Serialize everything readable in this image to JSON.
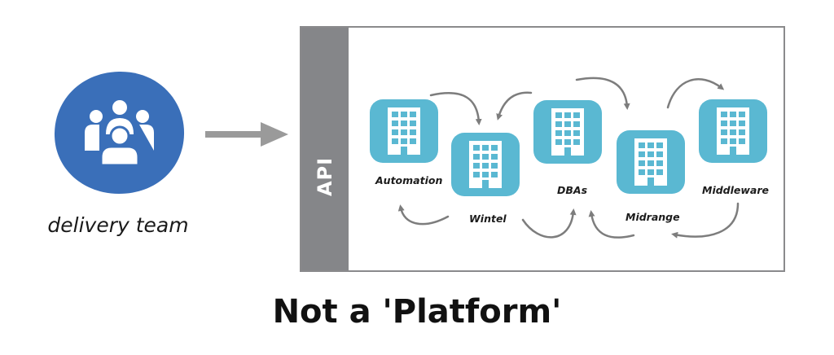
{
  "delivery_team": {
    "label": "delivery team",
    "icon": "people-group-icon"
  },
  "platform": {
    "api_label": "API"
  },
  "teams": [
    {
      "name": "Automation",
      "icon": "building-icon"
    },
    {
      "name": "Wintel",
      "icon": "building-icon"
    },
    {
      "name": "DBAs",
      "icon": "building-icon"
    },
    {
      "name": "Midrange",
      "icon": "building-icon"
    },
    {
      "name": "Middleware",
      "icon": "building-icon"
    }
  ],
  "title": "Not a 'Platform'",
  "colors": {
    "team_circle": "#3a6fb9",
    "building": "#5ab8d2",
    "api_bar": "#858689",
    "arrows": "#7d7d7d"
  }
}
